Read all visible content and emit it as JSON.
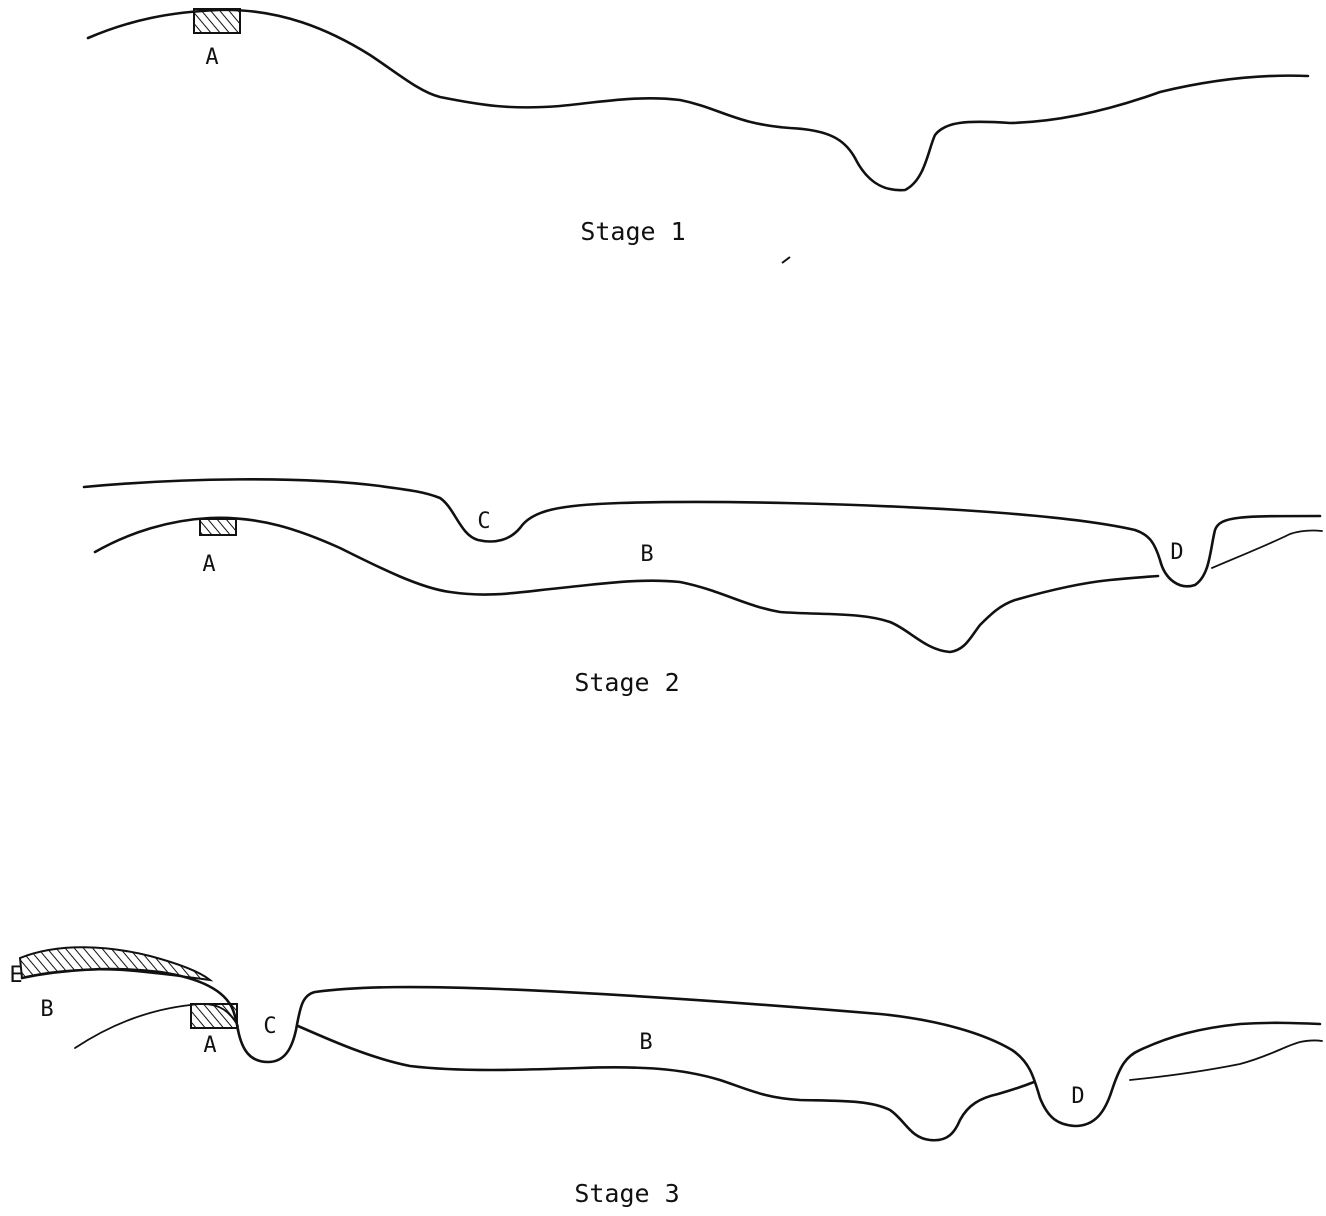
{
  "stages": [
    {
      "caption": "Stage 1",
      "labels": {
        "a": "A"
      }
    },
    {
      "caption": "Stage 2",
      "labels": {
        "a": "A",
        "b": "B",
        "c": "C",
        "d": "D"
      }
    },
    {
      "caption": "Stage 3",
      "labels": {
        "a": "A",
        "b_upper": "B",
        "b_lower": "B",
        "c": "C",
        "d": "D",
        "e": "E"
      }
    }
  ]
}
